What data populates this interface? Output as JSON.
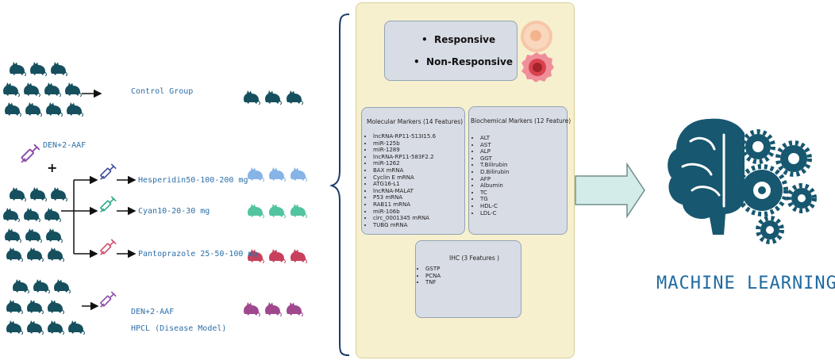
{
  "groups": {
    "control": "Control Group",
    "den_aaf": "DEN+2-AAF",
    "plus": "+",
    "hesperidin": "Hesperidin50-100-200 mg",
    "cyan": "Cyan10-20-30 mg",
    "pantoprazole": "Pantoprazole 25-50-100 mg",
    "disease_den": "DEN+2-AAF",
    "disease_model": "HPCL (Disease Model)"
  },
  "response": {
    "items": [
      "Responsive",
      "Non-Responsive"
    ]
  },
  "molecular": {
    "title": "Molecular Markers (14  Features)",
    "items": [
      "lncRNA-RP11-513I15.6",
      "miR-125b",
      "miR-1289",
      "lncRNA-RP11-583F2.2",
      "miR-1262",
      "BAX mRNA",
      "Cyclin E mRNA",
      "ATG16-L1",
      "lncRNA-MALAT",
      "P53 mRNA",
      "RAB11 mRNA",
      "miR-106b",
      "circ_0001345 mRNA",
      "TUBG mRNA"
    ]
  },
  "biochemical": {
    "title": "Biochemical Markers (12 Feature)",
    "items": [
      "ALT",
      "AST",
      "ALP",
      "GGT",
      "T.Bilirubin",
      "D.Bilirubin",
      "AFP",
      "Albumin",
      "TC",
      "TG",
      "HDL-C",
      "LDL-C"
    ]
  },
  "ihc": {
    "title": "IHC (3 Features )",
    "items": [
      "GSTP",
      "PCNA",
      "TNF"
    ]
  },
  "ml_label": "MACHINE LEARNING",
  "colors": {
    "rat_dark": "#16505f",
    "rat_blue": "#86b4e6",
    "rat_green": "#52c4a0",
    "rat_red": "#c8405c",
    "rat_purple": "#a0488e",
    "brain": "#17576f",
    "panel_bg": "#f6f0cf",
    "box_bg": "#d8dce4"
  }
}
